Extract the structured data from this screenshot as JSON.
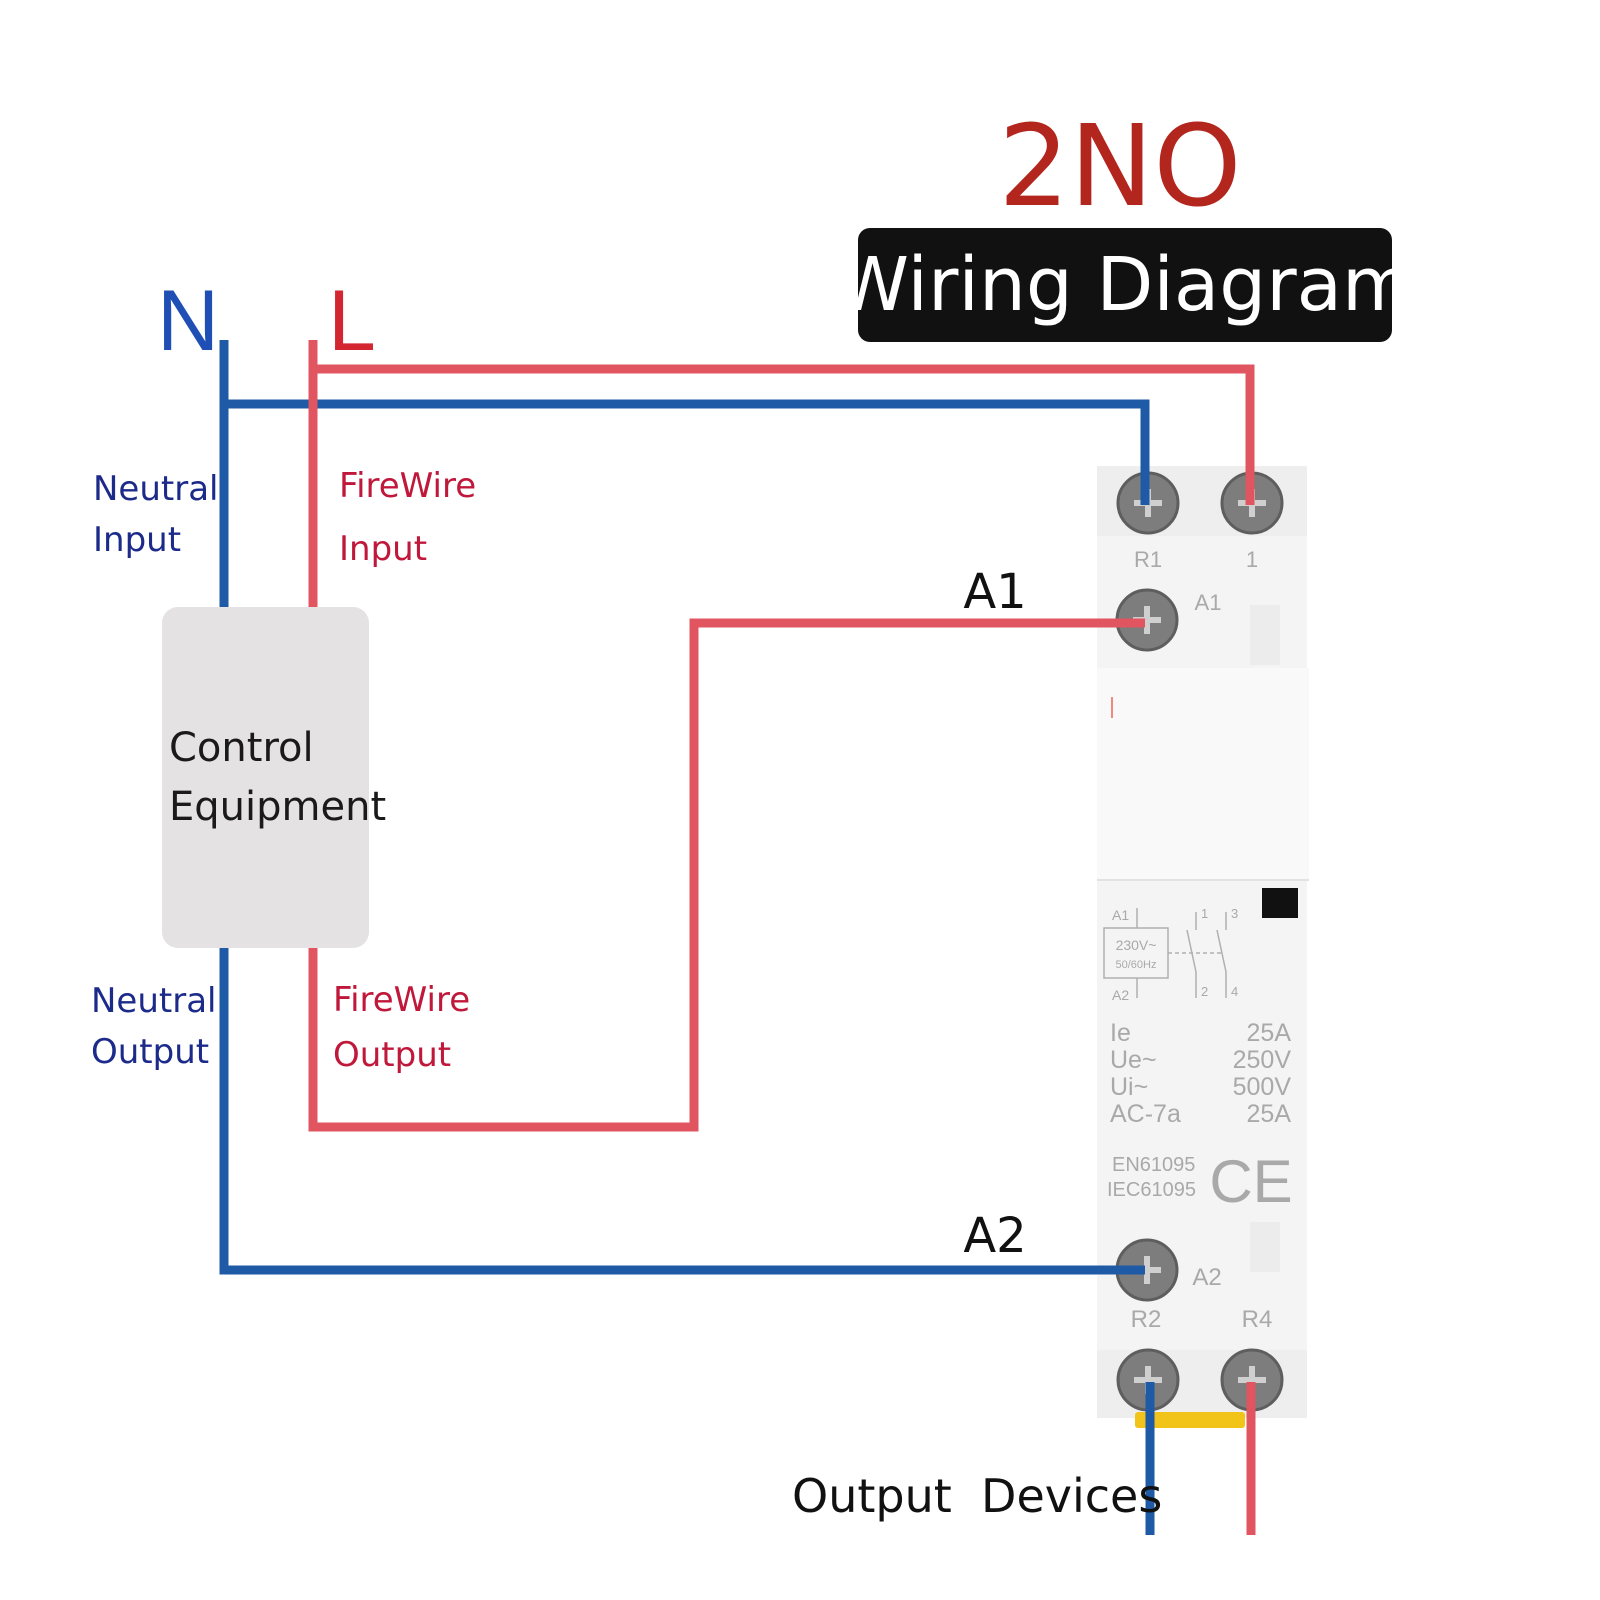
{
  "header": {
    "type_label": "2NO",
    "title": "Wiring Diagram"
  },
  "supply": {
    "neutral_label": "N",
    "line_label": "L"
  },
  "labels": {
    "neutral_input": [
      "Neutral",
      "Input"
    ],
    "firewire_input": [
      "FireWire",
      "Input"
    ],
    "neutral_output": [
      "Neutral",
      "Output"
    ],
    "firewire_output": [
      "FireWire",
      "Output"
    ],
    "a1": "A1",
    "a2": "A2",
    "output_devices": "Output  Devices"
  },
  "control_box": {
    "lines": [
      "Control",
      "Equipment"
    ]
  },
  "contactor": {
    "top_terminals": [
      "R1",
      "1"
    ],
    "a1_label": "A1",
    "a2_label": "A2",
    "bottom_terminals": [
      "R2",
      "R4"
    ],
    "schematic": {
      "coil_top": "A1",
      "coil_voltage": "230V~",
      "coil_freq": "50/60Hz",
      "coil_bottom": "A2",
      "contacts_top": [
        "1",
        "3"
      ],
      "contacts_bottom": [
        "2",
        "4"
      ]
    },
    "ratings": [
      {
        "name": "Ie",
        "value": "25A"
      },
      {
        "name": "Ue~",
        "value": "250V"
      },
      {
        "name": "Ui~",
        "value": "500V"
      },
      {
        "name": "AC-7a",
        "value": "25A"
      }
    ],
    "standards": [
      "EN61095",
      "IEC61095"
    ],
    "mark": "CE"
  },
  "colors": {
    "neutral_wire": "#1f5aa6",
    "line_wire": "#e05560",
    "title_red": "#b3261e",
    "label_navy": "#1c2a8a",
    "label_crimson": "#c0183a",
    "box_fill": "#e4e2e2",
    "title_bg": "#111111",
    "contactor_body": "#f6f6f6",
    "contactor_text": "#a9a9a9"
  }
}
